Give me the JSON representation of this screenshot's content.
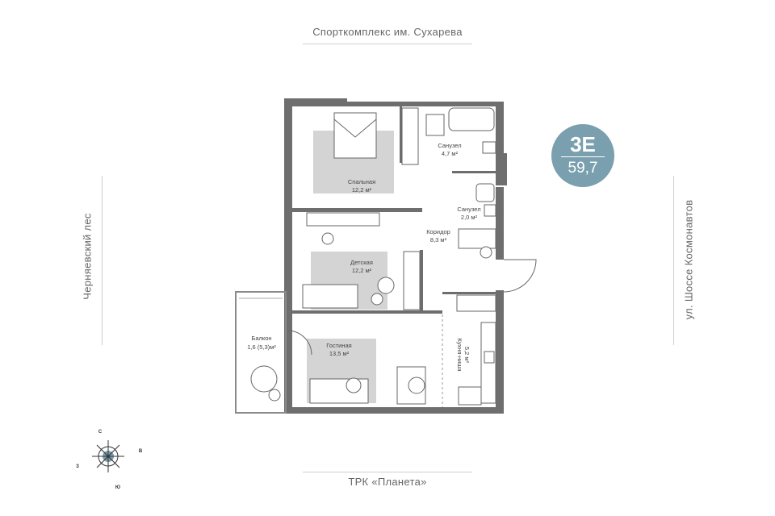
{
  "context": {
    "top": "Спорткомплекс им. Сухарева",
    "bottom": "ТРК «Планета»",
    "left": "Черняевский лес",
    "right": "ул. Шоссе Космонавтов"
  },
  "badge": {
    "type": "3E",
    "area": "59,7",
    "color": "#7a9fae"
  },
  "rooms": {
    "bedroom": {
      "name": "Спальная",
      "area": "12,2 м²"
    },
    "bath1": {
      "name": "Санузел",
      "area": "4,7 м²"
    },
    "bath2": {
      "name": "Санузел",
      "area": "2,0 м²"
    },
    "corridor": {
      "name": "Коридор",
      "area": "8,3 м²"
    },
    "kids": {
      "name": "Детская",
      "area": "12,2 м²"
    },
    "living": {
      "name": "Гостиная",
      "area": "13,5 м²"
    },
    "balcony": {
      "name": "Балкон",
      "area": "1,6 (5,3)м²"
    },
    "kitchen": {
      "name": "Кухня-ниша",
      "area": "5,2 м²"
    }
  },
  "compass": {
    "north": "С",
    "south": "Ю",
    "east": "В",
    "west": "З"
  },
  "colors": {
    "wall": "#6e6e6e",
    "rug": "#d4d4d4",
    "accent": "#7a9fae"
  }
}
